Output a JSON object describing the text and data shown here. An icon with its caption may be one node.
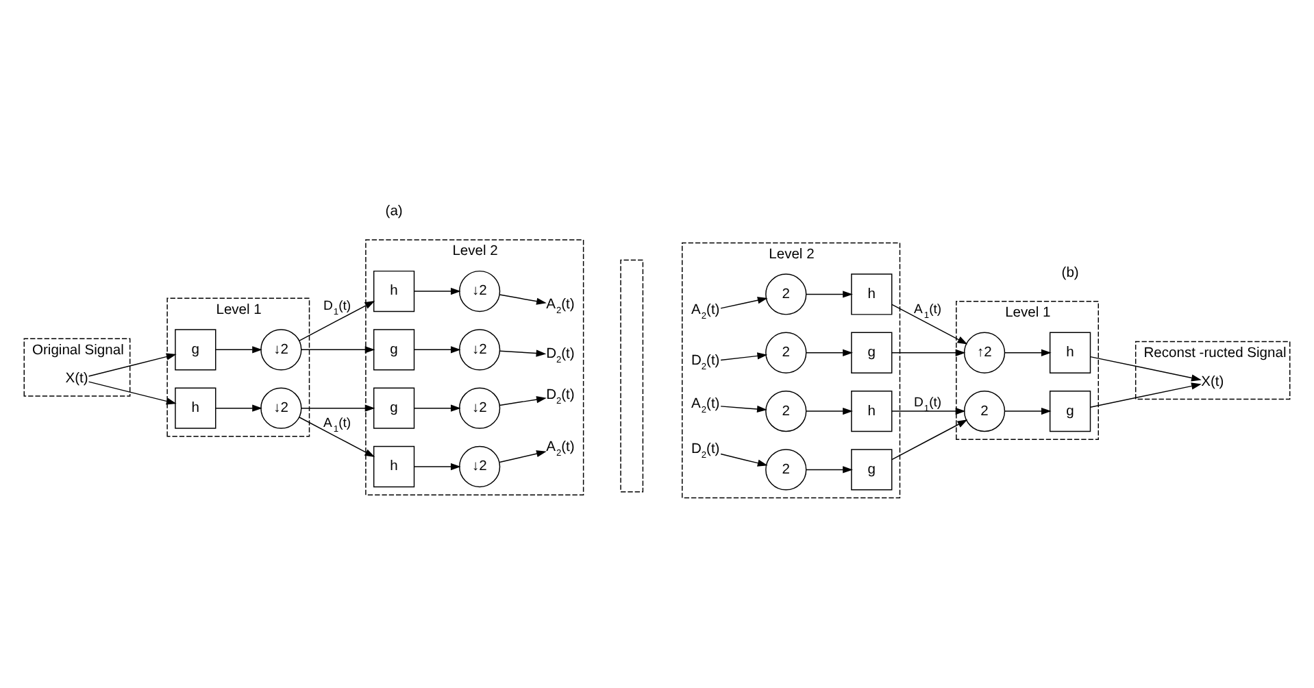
{
  "diagram": {
    "nodes": [
      {
        "text": [
          "Original Signal"
        ]
      },
      {
        "text": [
          "Level 1"
        ]
      },
      {
        "text": [
          "Level 2"
        ]
      },
      {
        "text": [],
        "shape": "box"
      },
      {
        "text": [
          "h"
        ],
        "in": 1
      },
      {
        "text": [
          "g"
        ],
        "in": 1
      },
      {
        "text": [
          "↓2"
        ],
        "in": 1
      },
      {
        "text": [
          "↓2"
        ],
        "in": 1
      },
      {
        "text": [
          "h"
        ],
        "in": 2
      },
      {
        "text": [
          "↓2"
        ],
        "in": 2
      },
      {
        "text": [
          "g"
        ],
        "in": 2
      },
      {
        "text": [
          "↓2"
        ],
        "in": 2
      },
      {
        "text": [
          "h"
        ],
        "in": 2
      },
      {
        "text": [
          "↓2"
        ],
        "in": 2
      },
      {
        "text": [
          "g"
        ],
        "in": 2
      },
      {
        "text": [
          "↓2"
        ],
        "in": 2
      },
      {
        "text": [
          "Level 2"
        ]
      },
      {
        "text": [
          "Level 1"
        ]
      },
      {
        "text": [
          "Reconst -ructed Signal"
        ]
      },
      {
        "text": [
          "2"
        ],
        "in": 16
      },
      {
        "text": [
          "h"
        ],
        "in": 16
      },
      {
        "text": [
          "2"
        ],
        "in": 16
      },
      {
        "text": [
          "g"
        ],
        "in": 16
      },
      {
        "text": [
          "2"
        ],
        "in": 16
      },
      {
        "text": [
          "h"
        ],
        "in": 16
      },
      {
        "text": [
          "2"
        ],
        "in": 16
      },
      {
        "text": [
          "g"
        ],
        "in": 16
      },
      {
        "text": [
          "↑2"
        ],
        "in": 17
      },
      {
        "text": [
          "h"
        ],
        "in": 17
      },
      {
        "text": [
          "2"
        ],
        "in": 17
      },
      {
        "text": [
          "g"
        ],
        "in": 17
      },
      {
        "text": [
          "X(t)"
        ],
        "in": 0
      },
      {
        "text": [
          "A$_{2}$(t)"
        ],
        "in": 2
      },
      {
        "text": [
          "D$_{2}$(t)"
        ],
        "in": 2
      },
      {
        "text": [
          "A$_{2}$(t)"
        ],
        "in": 2
      },
      {
        "text": [
          "D$_{2}$(t)"
        ],
        "in": 2
      },
      {
        "text": [
          "A$_{2}$(t)"
        ],
        "in": 16
      },
      {
        "text": [
          "D$_{2}$(t)"
        ],
        "in": 16
      },
      {
        "text": [
          "A$_{2}$(t)"
        ],
        "in": 16
      },
      {
        "text": [
          "D$_{2}$(t)"
        ],
        "in": 16
      },
      {
        "text": [
          "X(t)"
        ],
        "in": 18
      }
    ],
    "edges": [
      {
        "from": 31,
        "to": 4,
        "arrow": "to"
      },
      {
        "from": 31,
        "to": 5,
        "arrow": "to"
      },
      {
        "from": 4,
        "to": 6,
        "arrow": "to"
      },
      {
        "from": 5,
        "to": 7,
        "arrow": "to"
      },
      {
        "from": 6,
        "to": 8,
        "arrow": "to",
        "label": "A$_{1}$(t)"
      },
      {
        "from": 6,
        "to": 10,
        "arrow": "to"
      },
      {
        "from": 7,
        "to": 12,
        "arrow": "to",
        "label": "D$_{1}$(t)"
      },
      {
        "from": 7,
        "to": 14,
        "arrow": "to"
      },
      {
        "from": 8,
        "to": 9,
        "arrow": "to"
      },
      {
        "from": 10,
        "to": 11,
        "arrow": "to"
      },
      {
        "from": 12,
        "to": 13,
        "arrow": "to"
      },
      {
        "from": 14,
        "to": 15,
        "arrow": "to"
      },
      {
        "from": 9,
        "to": 32,
        "arrow": "to"
      },
      {
        "from": 11,
        "to": 33,
        "arrow": "to"
      },
      {
        "from": 13,
        "to": 34,
        "arrow": "to"
      },
      {
        "from": 15,
        "to": 35,
        "arrow": "to"
      },
      {
        "from": 36,
        "to": 19,
        "arrow": "to"
      },
      {
        "from": 37,
        "to": 21,
        "arrow": "to"
      },
      {
        "from": 38,
        "to": 23,
        "arrow": "to"
      },
      {
        "from": 39,
        "to": 25,
        "arrow": "to"
      },
      {
        "from": 19,
        "to": 20,
        "arrow": "to"
      },
      {
        "from": 21,
        "to": 22,
        "arrow": "to"
      },
      {
        "from": 23,
        "to": 24,
        "arrow": "to"
      },
      {
        "from": 25,
        "to": 26,
        "arrow": "to"
      },
      {
        "from": 20,
        "to": 27,
        "arrow": "to",
        "label": "A$_{1}$(t)"
      },
      {
        "from": 22,
        "to": 27,
        "arrow": "to"
      },
      {
        "from": 24,
        "to": 29,
        "arrow": "to",
        "label": "D$_{1}$(t)"
      },
      {
        "from": 26,
        "to": 29,
        "arrow": "to"
      },
      {
        "from": 27,
        "to": 28,
        "arrow": "to"
      },
      {
        "from": 29,
        "to": 30,
        "arrow": "to"
      },
      {
        "from": 28,
        "to": 40,
        "arrow": "to"
      },
      {
        "from": 30,
        "to": 40,
        "arrow": "to"
      }
    ],
    "labels": [
      "(a)",
      "(b)"
    ]
  }
}
